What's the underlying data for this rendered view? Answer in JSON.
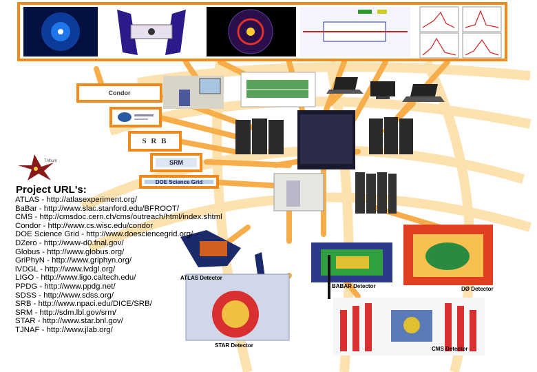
{
  "logos": {
    "condor": "Condor",
    "srb": "S R B",
    "srm": "SRM",
    "doe_grid": "DOE Science Grid",
    "trillium": "Trillium"
  },
  "urls": {
    "title": "Project URL's:",
    "items": [
      "ATLAS - http://atlasexperiment.org/",
      "BaBar - http://www.slac.stanford.edu/BFROOT/",
      "CMS - http://cmsdoc.cern.ch/cms/outreach/html/index.shtml",
      "Condor - http://www.cs.wisc.edu/condor",
      "DOE Science Grid - http://www.doesciencegrid.org/",
      "DZero - http://www-d0.fnal.gov/",
      "Globus - http://www.globus.org/",
      "GriPhyN - http://www.griphyn.org/",
      "iVDGL - http://www.ivdgl.org/",
      "LIGO - http://www.ligo.caltech.edu/",
      "PPDG - http://www.ppdg.net/",
      "SDSS - http://www.sdss.org/",
      "SRB - http://www.npaci.edu/DICE/SRB/",
      "SRM - http://sdm.lbl.gov/srm/",
      "STAR - http://www.star.bnl.gov/",
      "TJNAF - http://www.jlab.org/"
    ]
  },
  "detectors": {
    "atlas": "ATLAS Detector",
    "babar": "BABAR Detector",
    "d0": "DØ Detector",
    "star": "STAR Detector",
    "cms": "CMS Detector"
  },
  "colors": {
    "frame": "#f08a1c",
    "grid": "#f3a53c"
  }
}
